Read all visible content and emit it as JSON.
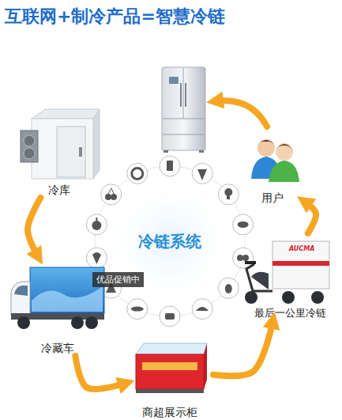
{
  "diagram": {
    "title": "互联网+制冷产品=智慧冷链",
    "nodes": [
      {
        "text": [
          "冷库"
        ]
      },
      {
        "text": [
          "用户"
        ]
      },
      {
        "text": [
          "冷链系统"
        ]
      },
      {
        "text": [
          "冷藏车"
        ]
      },
      {
        "text": [
          "最后一公里冷链"
        ]
      },
      {
        "text": [
          "商超展示柜"
        ]
      }
    ],
    "edges": [
      {
        "from": 0,
        "to": 3,
        "arrow": "to"
      },
      {
        "from": 3,
        "to": 5,
        "arrow": "to"
      },
      {
        "from": 5,
        "to": 4,
        "arrow": "to"
      },
      {
        "from": 4,
        "to": 1,
        "arrow": "to"
      }
    ],
    "labels": [
      "优品促销中",
      "AUCMA"
    ]
  }
}
